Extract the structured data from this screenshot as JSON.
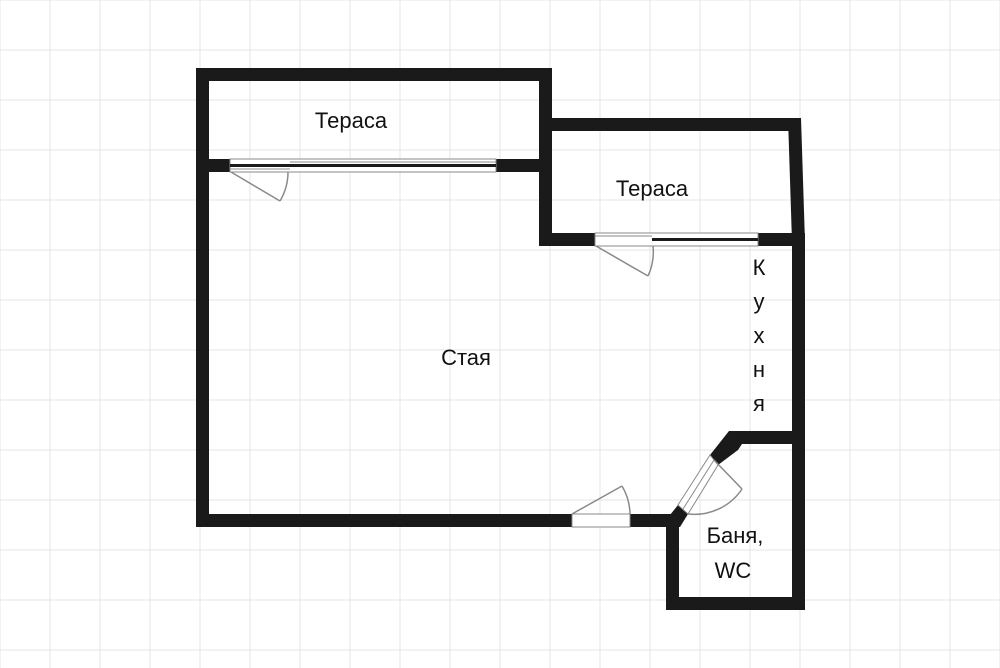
{
  "colors": {
    "background": "#ffffff",
    "grid": "#e4e4e4",
    "wall": "#1a1a1a",
    "door_frame": "#8a8a8a",
    "text": "#111111"
  },
  "rooms": {
    "terrace_top": "Тераса",
    "terrace_right": "Тераса",
    "living_room": "Стая",
    "kitchen_letters": [
      "К",
      "у",
      "х",
      "н",
      "я"
    ],
    "bathroom_line1": "Баня,",
    "bathroom_line2": "WC"
  }
}
